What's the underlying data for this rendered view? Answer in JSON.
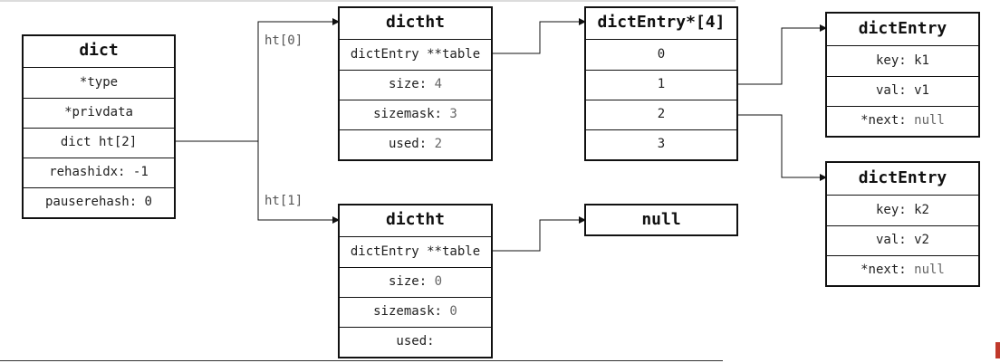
{
  "dict": {
    "title": "dict",
    "fields": [
      "*type",
      "*privdata",
      "dict ht[2]",
      "rehashidx: -1",
      "pauserehash: 0"
    ]
  },
  "ht_labels": [
    "ht[0]",
    "ht[1]"
  ],
  "dictht0": {
    "title": "dictht",
    "table": "dictEntry **table",
    "size_key": "size:",
    "size_val": "4",
    "sizemask_key": "sizemask:",
    "sizemask_val": "3",
    "used_key": "used:",
    "used_val": "2"
  },
  "dictht1": {
    "title": "dictht",
    "table": "dictEntry **table",
    "size_key": "size:",
    "size_val": "0",
    "sizemask_key": "sizemask:",
    "sizemask_val": "0",
    "used_key": "used:",
    "used_val": ""
  },
  "array": {
    "title": "dictEntry*[4]",
    "slots": [
      "0",
      "1",
      "2",
      "3"
    ]
  },
  "null_box": {
    "title": "null"
  },
  "entry1": {
    "title": "dictEntry",
    "key": "key: k1",
    "val": "val: v1",
    "next_key": "*next:",
    "next_val": "null"
  },
  "entry2": {
    "title": "dictEntry",
    "key": "key: k2",
    "val": "val: v2",
    "next_key": "*next:",
    "next_val": "null"
  },
  "colors": {
    "line": "#111111",
    "text": "#222222",
    "muted": "#666666"
  }
}
